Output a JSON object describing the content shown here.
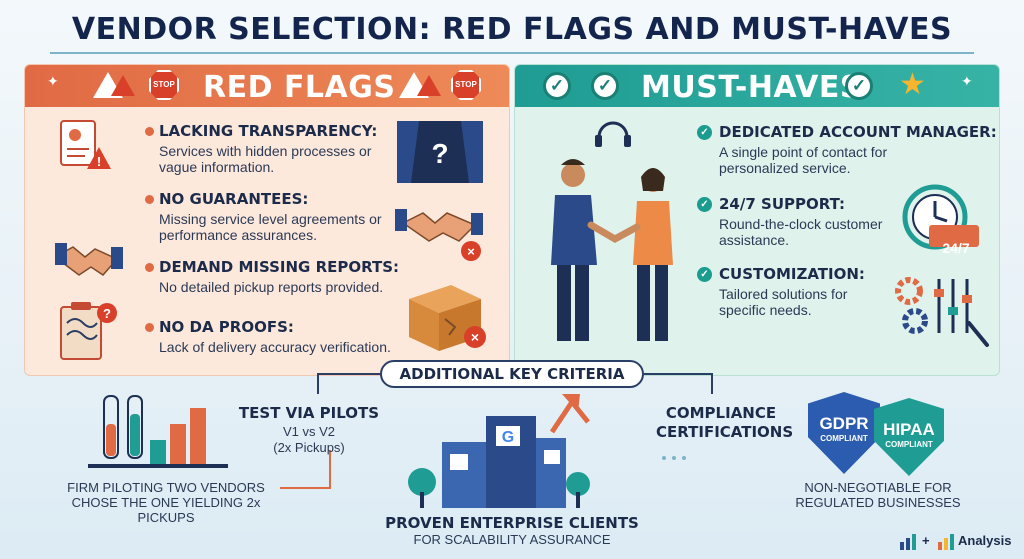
{
  "title": "VENDOR SELECTION: RED FLAGS AND MUST-HAVES",
  "red_flags": {
    "heading": "RED FLAGS",
    "stop_sign_text": "STOP",
    "items": [
      {
        "title": "LACKING TRANSPARENCY:",
        "body": "Services with hidden processes or vague information."
      },
      {
        "title": "NO GUARANTEES:",
        "body": "Missing service level agreements or performance assurances."
      },
      {
        "title": "DEMAND MISSING REPORTS:",
        "body": "No detailed pickup reports provided."
      },
      {
        "title": "NO DA PROOFS:",
        "body": "Lack of delivery accuracy verification."
      }
    ]
  },
  "must_haves": {
    "heading": "MUST-HAVES",
    "badge_247": "24/7",
    "items": [
      {
        "title": "DEDICATED ACCOUNT MANAGER:",
        "body": "A single point of contact for personalized service."
      },
      {
        "title": "24/7 SUPPORT:",
        "body": "Round-the-clock customer assistance."
      },
      {
        "title": "CUSTOMIZATION:",
        "body": "Tailored solutions for specific needs."
      }
    ]
  },
  "additional": {
    "heading": "ADDITIONAL KEY CRITERIA",
    "pilots": {
      "title": "TEST VIA PILOTS",
      "line1": "V1 vs V2",
      "line2": "(2x Pickups)"
    },
    "pilot_note": "FIRM PILOTING TWO VENDORS CHOSE THE ONE YIELDING 2x PICKUPS",
    "enterprise": {
      "title": "PROVEN ENTERPRISE CLIENTS",
      "sub": "FOR SCALABILITY ASSURANCE"
    },
    "compliance": {
      "title": "COMPLIANCE CERTIFICATIONS",
      "note": "NON-NEGOTIABLE FOR REGULATED BUSINESSES"
    },
    "gdpr": {
      "name": "GDPR",
      "sub": "COMPLIANT"
    },
    "hipaa": {
      "name": "HIPAA",
      "sub": "COMPLIANT"
    }
  },
  "footer": {
    "plus": "+",
    "label": "Analysis"
  },
  "colors": {
    "red": "#e06a44",
    "green": "#1f9c93",
    "navy": "#14254d"
  }
}
